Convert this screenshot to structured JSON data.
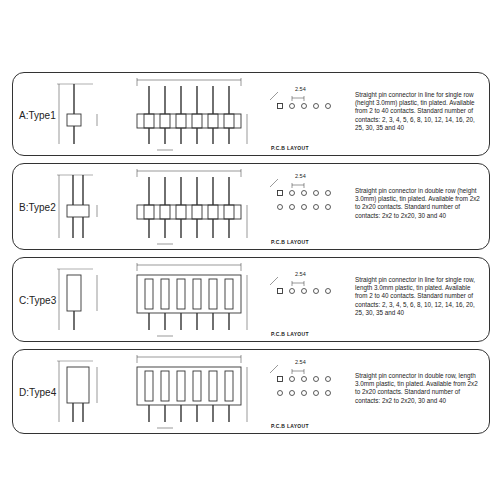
{
  "diagram": {
    "nodes": [
      {
        "text": [
          "A:Type1",
          "P.C.B LAYOUT",
          "Straight pin connector in line for single row (height 3.0mm) plastic, tin plated. Available from 2 to 40 contacts. Standard number of contacts: 2, 3, 4, 5, 6, 8, 10, 12, 14, 16, 20, 25, 30, 35 and 40"
        ]
      },
      {
        "text": [
          "B:Type2",
          "P.C.B LAYOUT",
          "Straight pin connector in double row (height 3.0mm) plastic, tin plated. Available from 2x2 to 2x20 contacts. Standard number of contacts: 2x2 to 2x20, 30 and 40"
        ]
      },
      {
        "text": [
          "C:Type3",
          "P.C.B LAYOUT",
          "Straight pin connector in line for single row, length 3.0mm plastic, tin plated. Available from 2 to 40 contacts. Standard number of contacts: 2, 3, 4, 5, 6, 8, 10, 12, 14, 16, 20, 25, 30, 35 and 40"
        ]
      },
      {
        "text": [
          "D:Type4",
          "P.C.B LAYOUT",
          "Straight pin connector in double row, length 3.0mm plastic, tin plated. Available from 2x2 to 2x20 contacts. Standard number of contacts: 2x2 to 2x20, 30 and 40"
        ]
      }
    ],
    "labels": [
      "2.54",
      "2.54",
      "2.54",
      "2.54"
    ]
  }
}
